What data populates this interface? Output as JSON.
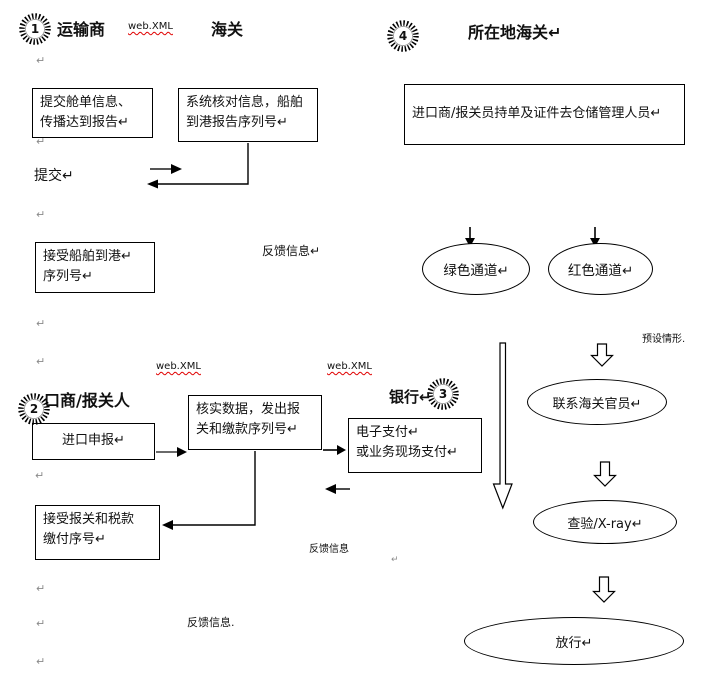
{
  "pilcrow": "↵",
  "colors": {
    "background": "#ffffff",
    "line": "#000000",
    "text": "#111111",
    "pilcrow_gray": "#8a8a8a",
    "spellcheck_red": "#e00000"
  },
  "badges": {
    "b1": "1",
    "b2": "2",
    "b3": "3",
    "b4": "4"
  },
  "headings": {
    "transporter": "运输商",
    "customs": "海关",
    "local_customs": "所在地海关↵",
    "importer_broker": "口商/报关人",
    "bank": "银行↵"
  },
  "boxes": {
    "submit_manifest": "提交舱单信息、\n传播达到报告↵",
    "system_check": "系统核对信息，船舶\n到港报告序列号↵",
    "importer_docs": "进口商/报关员持单及证件去仓储管理人员↵",
    "receive_arrival_serial": "接受船舶到港↵\n序列号↵",
    "import_declaration": "进口申报↵",
    "verify_data": "核实数据，发出报\n关和缴款序列号↵",
    "electronic_payment": "电子支付↵\n或业务现场支付↵",
    "receive_payment_serial": "接受报关和税款\n缴付序号↵"
  },
  "ellipses": {
    "green_channel": "绿色通道↵",
    "red_channel": "红色通道↵",
    "contact_customs_officer": "联系海关官员↵",
    "inspection_xray": "查验/X-ray↵",
    "release": "放行↵"
  },
  "labels": {
    "web_xml_1": "web.XML",
    "web_xml_2": "web.XML",
    "web_xml_3": "web.XML",
    "submit": "提交↵",
    "feedback_info_1": "反馈信息↵",
    "feedback_info_2": "反馈信息",
    "feedback_info_3": "反馈信息.",
    "preset_scenario": "预设情形."
  }
}
